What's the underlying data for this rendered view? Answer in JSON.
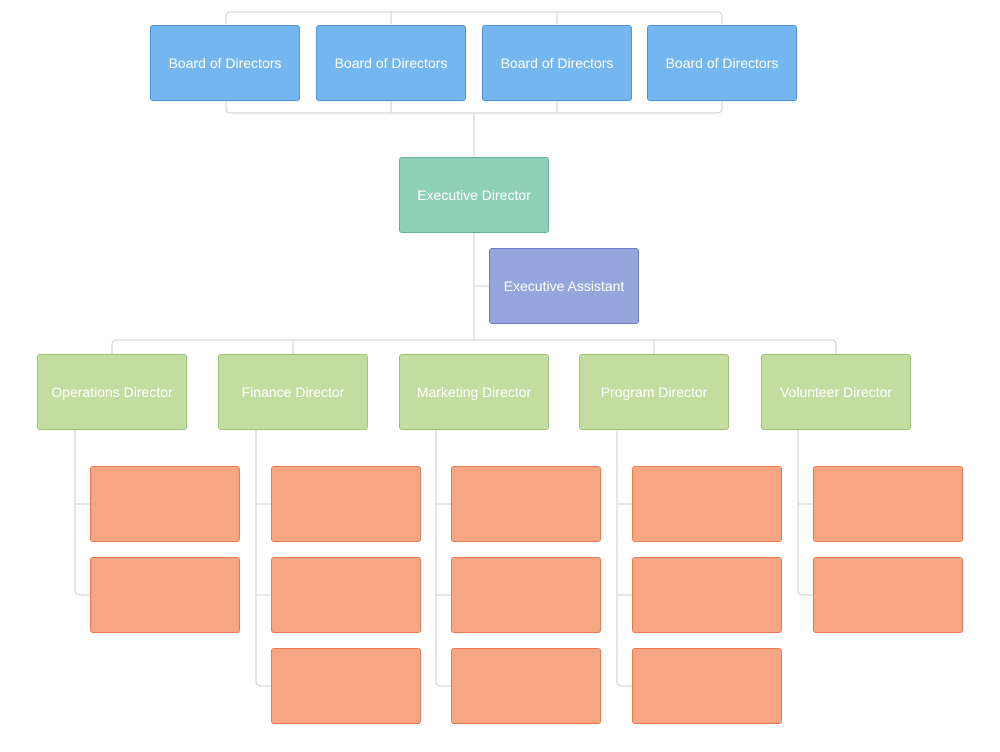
{
  "board": [
    {
      "label": "Board of Directors"
    },
    {
      "label": "Board of Directors"
    },
    {
      "label": "Board of Directors"
    },
    {
      "label": "Board of Directors"
    }
  ],
  "executive": {
    "label": "Executive Director"
  },
  "assistant": {
    "label": "Executive Assistant"
  },
  "directors": [
    {
      "label": "Operations Director",
      "staff_count": 2
    },
    {
      "label": "Finance Director",
      "staff_count": 3
    },
    {
      "label": "Marketing Director",
      "staff_count": 3
    },
    {
      "label": "Program Director",
      "staff_count": 3
    },
    {
      "label": "Volunteer Director",
      "staff_count": 2
    }
  ],
  "colors": {
    "board": "#74b7f0",
    "executive": "#8ecfb8",
    "assistant": "#95a6de",
    "director": "#c3dda0",
    "staff": "#f6a683",
    "connector": "#cfcfcf"
  }
}
